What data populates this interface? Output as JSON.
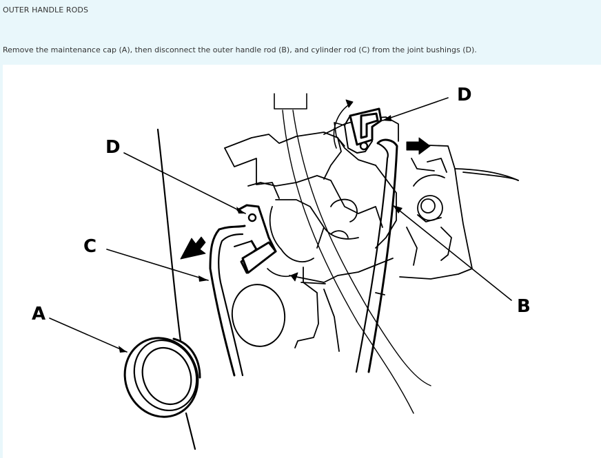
{
  "header": {
    "title": "OUTER HANDLE RODS",
    "instruction": "Remove the maintenance cap (A), then disconnect the outer handle rod (B), and cylinder rod (C) from the joint bushings (D)."
  },
  "figure": {
    "callouts": {
      "d_top": "D",
      "d_left": "D",
      "c": "C",
      "a": "A",
      "b": "B"
    }
  }
}
